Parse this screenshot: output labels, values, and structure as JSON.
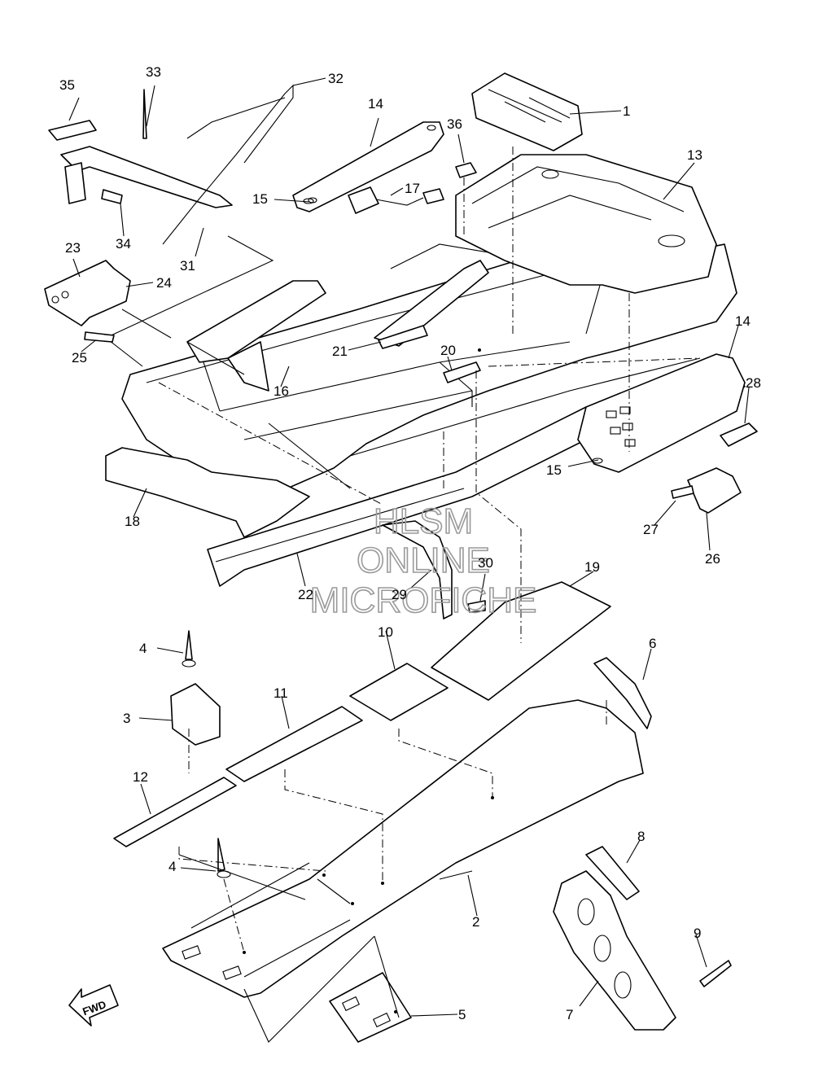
{
  "diagram": {
    "watermark": [
      "HLSM",
      "ONLINE",
      "MICROFICHE"
    ],
    "direction_label": "FWD",
    "callouts": [
      "1",
      "2",
      "3",
      "4",
      "4",
      "5",
      "6",
      "7",
      "8",
      "9",
      "10",
      "11",
      "12",
      "13",
      "14",
      "14",
      "15",
      "15",
      "16",
      "17",
      "18",
      "19",
      "20",
      "21",
      "22",
      "23",
      "24",
      "25",
      "26",
      "27",
      "28",
      "29",
      "30",
      "31",
      "32",
      "33",
      "34",
      "35",
      "36"
    ]
  }
}
